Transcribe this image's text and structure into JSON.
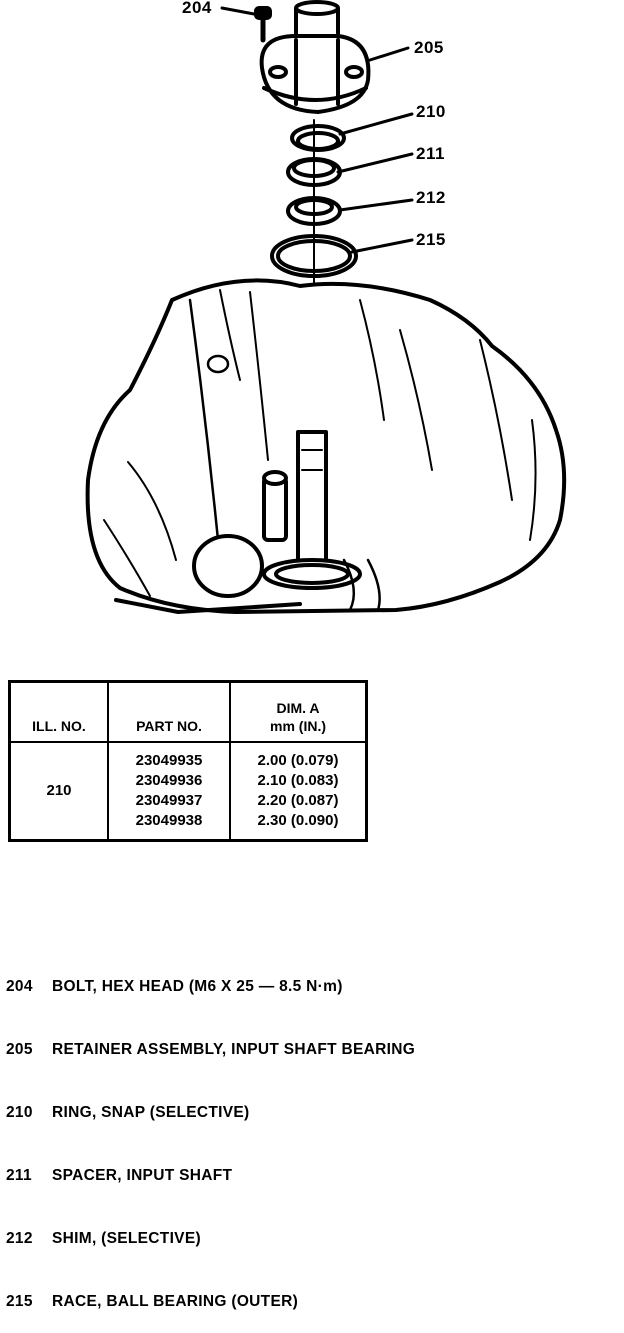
{
  "callouts": {
    "c204": "204",
    "c205": "205",
    "c210": "210",
    "c211": "211",
    "c212": "212",
    "c215": "215"
  },
  "table": {
    "headers": {
      "ill_no": "ILL. NO.",
      "part_no": "PART NO.",
      "dim_line1": "DIM. A",
      "dim_line2": "mm (IN.)"
    },
    "ill_no": "210",
    "part_numbers": [
      "23049935",
      "23049936",
      "23049937",
      "23049938"
    ],
    "dimensions": [
      "2.00 (0.079)",
      "2.10 (0.083)",
      "2.20 (0.087)",
      "2.30 (0.090)"
    ]
  },
  "legend": [
    {
      "num": "204",
      "text": "BOLT, HEX HEAD (M6 X 25 — 8.5 N·m)"
    },
    {
      "num": "205",
      "text": "RETAINER ASSEMBLY, INPUT SHAFT BEARING"
    },
    {
      "num": "210",
      "text": "RING, SNAP (SELECTIVE)"
    },
    {
      "num": "211",
      "text": "SPACER, INPUT SHAFT"
    },
    {
      "num": "212",
      "text": "SHIM, (SELECTIVE)"
    },
    {
      "num": "215",
      "text": "RACE, BALL BEARING (OUTER)"
    }
  ]
}
